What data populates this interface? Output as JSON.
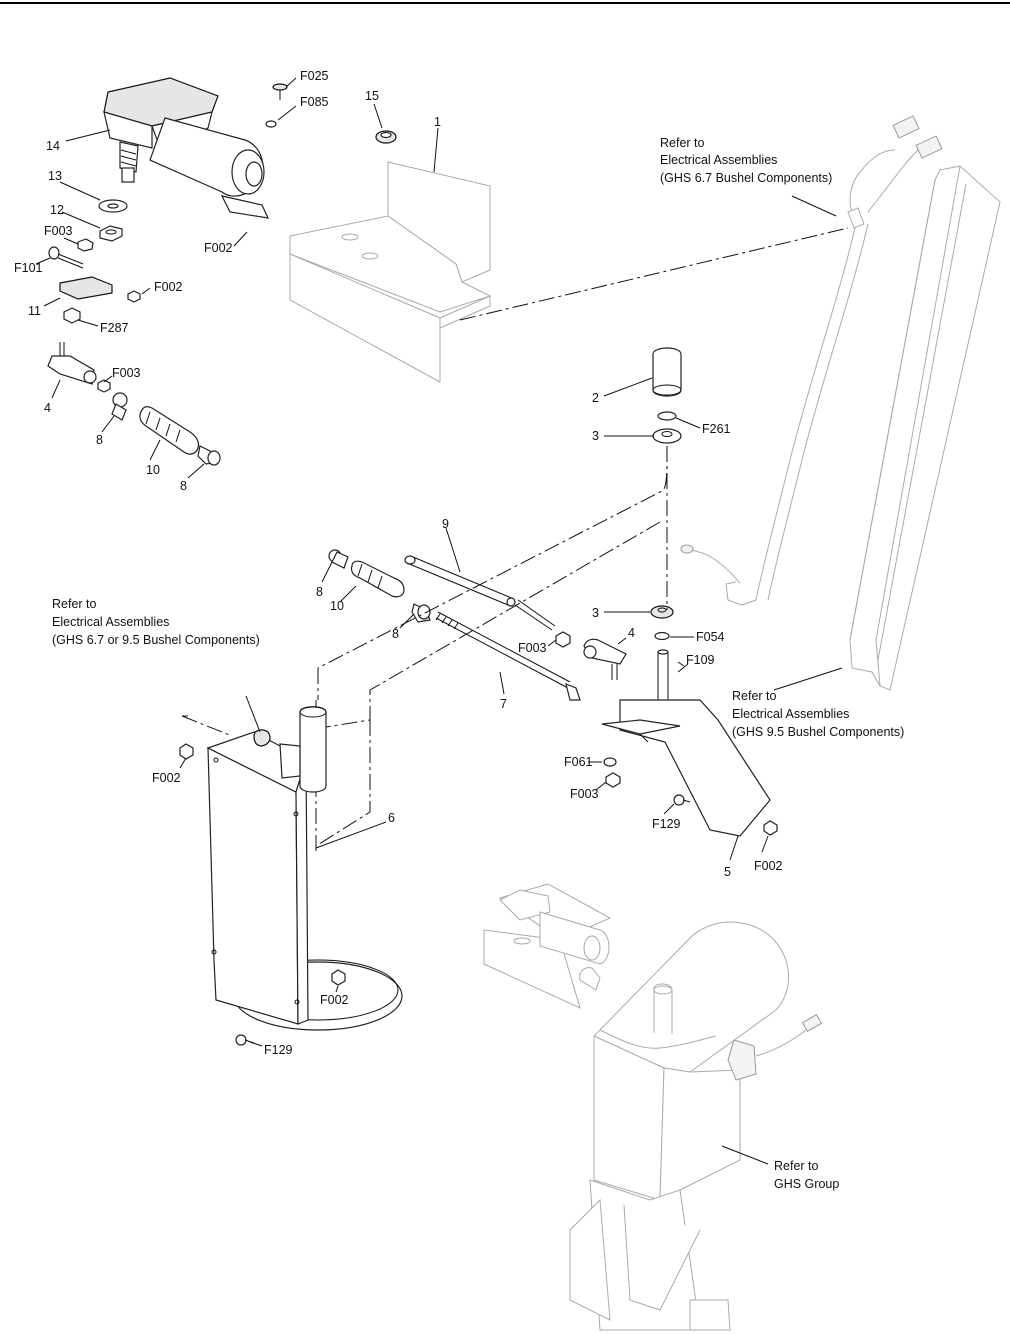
{
  "callouts": {
    "c1": "1",
    "c2": "2",
    "c3a": "3",
    "c3b": "3",
    "c4a": "4",
    "c4b": "4",
    "c5": "5",
    "c6": "6",
    "c7": "7",
    "c8a": "8",
    "c8b": "8",
    "c8c": "8",
    "c8d": "8",
    "c9": "9",
    "c10a": "10",
    "c10b": "10",
    "c11": "11",
    "c12": "12",
    "c13": "13",
    "c14": "14",
    "c15": "15",
    "f025": "F025",
    "f085": "F085",
    "f002a": "F002",
    "f003a": "F003",
    "f101": "F101",
    "f002b": "F002",
    "f287": "F287",
    "f003b": "F003",
    "f261": "F261",
    "f003c": "F003",
    "f054": "F054",
    "f109": "F109",
    "f002c": "F002",
    "f061": "F061",
    "f003d": "F003",
    "f129a": "F129",
    "f002d": "F002",
    "f002e": "F002",
    "f129b": "F129"
  },
  "refs": {
    "top": [
      "Refer to",
      "Electrical Assemblies",
      "(GHS 6.7 Bushel Components)"
    ],
    "left": [
      "Refer to",
      "Electrical Assemblies",
      "(GHS 6.7 or 9.5 Bushel Components)"
    ],
    "right": [
      "Refer to",
      "Electrical Assemblies",
      "(GHS 9.5 Bushel Components)"
    ],
    "ghs": [
      "Refer to",
      "GHS Group"
    ]
  }
}
